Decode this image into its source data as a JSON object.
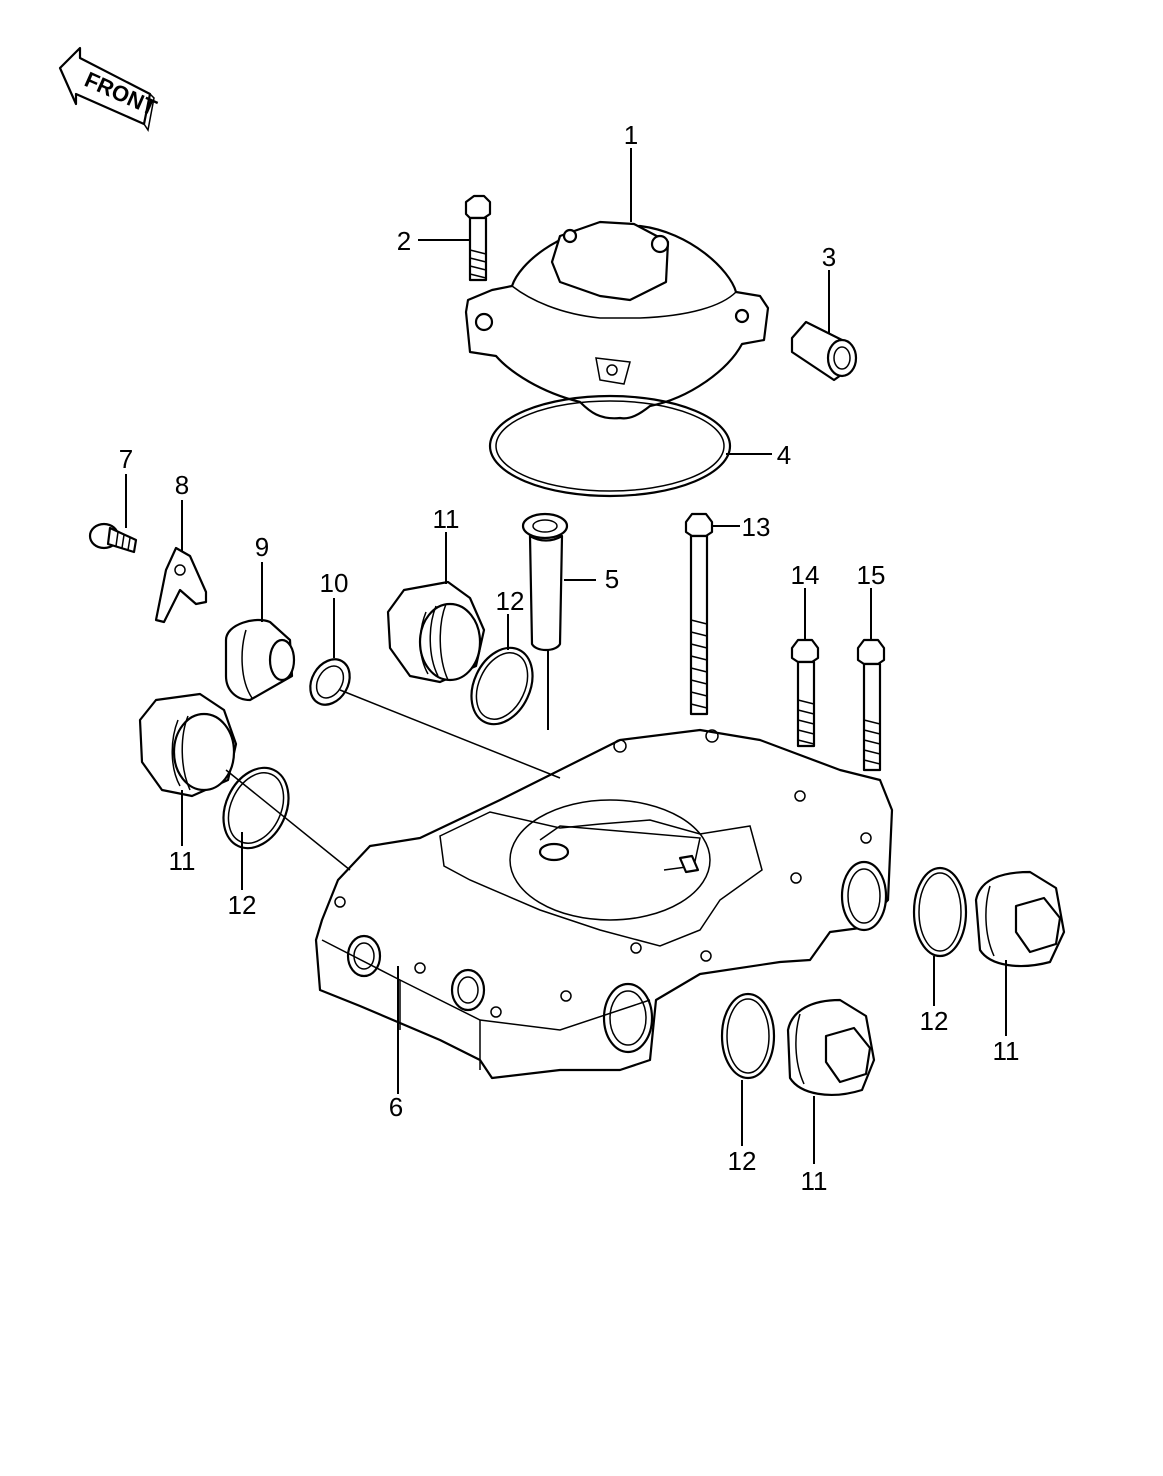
{
  "front_badge": {
    "label": "FRONT"
  },
  "callouts": [
    {
      "id": "c1",
      "text": "1"
    },
    {
      "id": "c2",
      "text": "2"
    },
    {
      "id": "c3",
      "text": "3"
    },
    {
      "id": "c4",
      "text": "4"
    },
    {
      "id": "c5",
      "text": "5"
    },
    {
      "id": "c6",
      "text": "6"
    },
    {
      "id": "c7",
      "text": "7"
    },
    {
      "id": "c8",
      "text": "8"
    },
    {
      "id": "c9",
      "text": "9"
    },
    {
      "id": "c10",
      "text": "10"
    },
    {
      "id": "c11a",
      "text": "11"
    },
    {
      "id": "c11b",
      "text": "11"
    },
    {
      "id": "c11c",
      "text": "11"
    },
    {
      "id": "c11d",
      "text": "11"
    },
    {
      "id": "c12a",
      "text": "12"
    },
    {
      "id": "c12b",
      "text": "12"
    },
    {
      "id": "c12c",
      "text": "12"
    },
    {
      "id": "c12d",
      "text": "12"
    },
    {
      "id": "c13",
      "text": "13"
    },
    {
      "id": "c14",
      "text": "14"
    },
    {
      "id": "c15",
      "text": "15"
    }
  ]
}
